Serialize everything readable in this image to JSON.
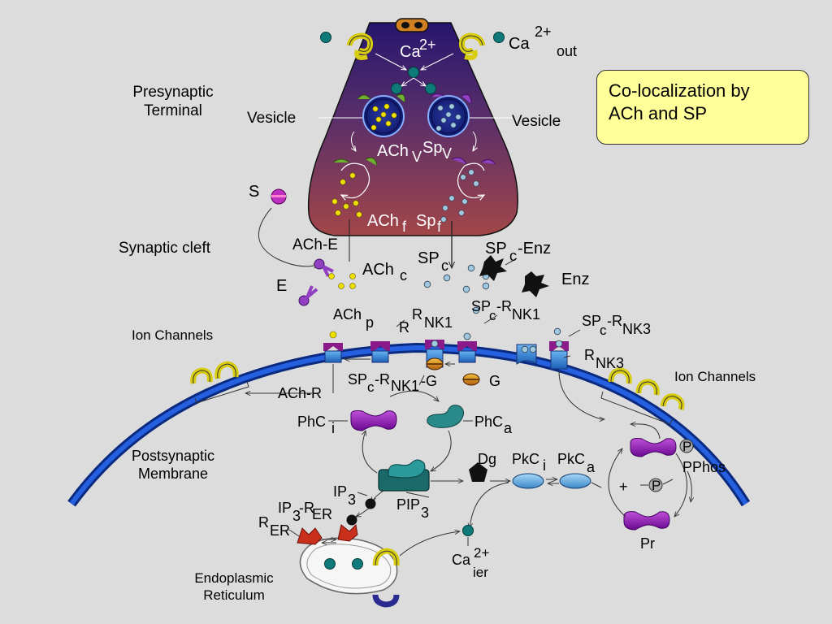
{
  "labels": {
    "ca_in_a": "Ca",
    "ca_in_b": "2+",
    "ca_out_a": "Ca",
    "ca_out_b": "2+",
    "ca_out_c": "out",
    "presynaptic_1": "Presynaptic",
    "presynaptic_2": "Terminal",
    "vesicle_left": "Vesicle",
    "vesicle_right": "Vesicle",
    "achv_a": "ACh",
    "achv_b": "V",
    "spv_a": "Sp",
    "spv_b": "V",
    "achf_a": "ACh",
    "achf_b": "f",
    "spf_a": "Sp",
    "spf_b": "f",
    "s": "S",
    "e": "E",
    "ache": "ACh-E",
    "synaptic_cleft": "Synaptic cleft",
    "achc_a": "ACh",
    "achc_b": "c",
    "spc_a": "SP",
    "spc_b": "c",
    "spcenz_a": "SP",
    "spcenz_b": "c",
    "spcenz_c": "-Enz",
    "enz": "Enz",
    "achp_a": "ACh",
    "achp_b": "p",
    "r": "R",
    "rnk1_a": "R",
    "rnk1_b": "NK1",
    "spcrnk1_a": "SP",
    "spcrnk1_b": "c",
    "spcrnk1_c": "-R",
    "spcrnk1_d": "NK1",
    "spcrnk3_a": "SP",
    "spcrnk3_b": "c",
    "spcrnk3_c": "-R",
    "spcrnk3_d": "NK3",
    "rnk3_a": "R",
    "rnk3_b": "NK3",
    "ion_channels_left": "Ion Channels",
    "ion_channels_right": "Ion Channels",
    "spcrnk1g_a": "SP",
    "spcrnk1g_b": "c",
    "spcrnk1g_c": "-R",
    "spcrnk1g_d": "NK1",
    "spcrnk1g_e": "-G",
    "g": "G",
    "achr": "ACh-R",
    "phci_a": "PhC",
    "phci_b": "i",
    "phca_a": "PhC",
    "phca_b": "a",
    "post_1": "Postsynaptic",
    "post_2": "Membrane",
    "dg": "Dg",
    "pkci_a": "PkC",
    "pkci_b": "i",
    "pkca_a": "PkC",
    "pkca_b": "a",
    "p1": "P",
    "p2": "P",
    "plus": "+",
    "pphos": "PPhos",
    "pr": "Pr",
    "ip3_a": "IP",
    "ip3_b": "3",
    "pip3_a": "PIP",
    "pip3_b": "3",
    "ip3rer_a": "IP",
    "ip3rer_b": "3",
    "ip3rer_c": "-R",
    "ip3rer_d": "ER",
    "rer_a": "R",
    "rer_b": "ER",
    "ca_ier_a": "Ca",
    "ca_ier_b": "2+",
    "ca_ier_c": "ier",
    "er_1": "Endoplasmic",
    "er_2": "Reticulum"
  },
  "callout": {
    "line1": "Co-localization by",
    "line2": "ACh and SP"
  },
  "colors": {
    "background": "#dcdcdc",
    "terminal_top": "#26166e",
    "terminal_bottom": "#a24648",
    "membrane": "#1540c0",
    "callout_fill": "#ffff99",
    "calcium": "#0e7a7a",
    "ach_particle": "#e8e000",
    "receptor_magenta": "#8a1a8a",
    "channel_blue": "#3b8fd8",
    "phc_purple": "#8c18b0",
    "rer_red": "#c8301c"
  }
}
